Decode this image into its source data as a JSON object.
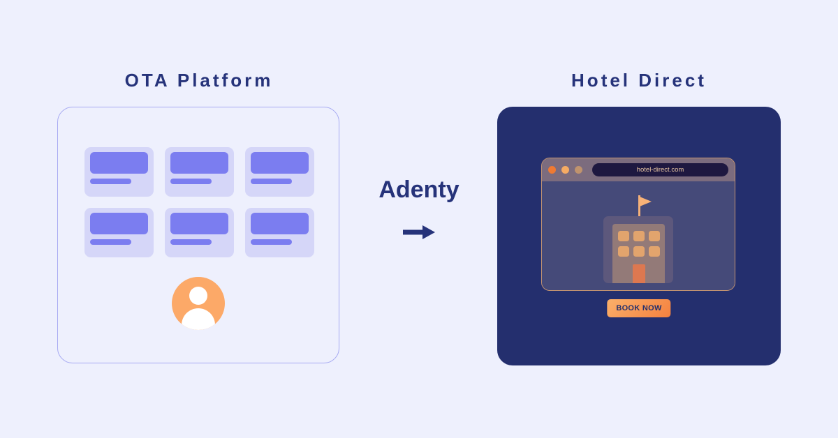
{
  "page": {
    "background_color": "#eef0fd",
    "heading_color": "#26337a"
  },
  "left_panel": {
    "title": "OTA Platform",
    "border_color": "#a6a9f2",
    "cards": [
      {
        "id": "listing-1"
      },
      {
        "id": "listing-2"
      },
      {
        "id": "listing-3"
      },
      {
        "id": "listing-4"
      },
      {
        "id": "listing-5"
      },
      {
        "id": "listing-6"
      }
    ],
    "card_colors": {
      "card_background": "#d5d6f8",
      "block": "#7b7df0"
    },
    "avatar": {
      "icon": "user-avatar-icon",
      "background_color": "#fca968",
      "glyph_color": "#ffffff"
    }
  },
  "middle": {
    "brand": "Adenty",
    "arrow_icon": "arrow-right-icon",
    "arrow_color": "#26337a"
  },
  "right_panel": {
    "title": "Hotel Direct",
    "background_color": "#242f6e",
    "browser": {
      "border_color": "#c49471",
      "titlebar_color": "#7c6c7e",
      "content_color": "#454a79",
      "url": "hotel-direct.com",
      "url_text_color": "#e9c7a4",
      "traffic_lights": [
        {
          "name": "close-dot",
          "color": "#ef7a33"
        },
        {
          "name": "minimize-dot",
          "color": "#f6ab63"
        },
        {
          "name": "maximize-dot",
          "color": "#c0936d"
        }
      ],
      "illustration": {
        "name": "hotel-building-illustration",
        "flag_color": "#f8b277",
        "building_outer_color": "#5d587c",
        "facade_color": "#937a78",
        "window_color": "#e2a46d",
        "window_count": 6,
        "door_color": "#dd7850"
      }
    },
    "cta": {
      "label": "BOOK NOW",
      "text_color": "#23306d",
      "gradient_from": "#fbb06a",
      "gradient_to": "#f4813f"
    }
  }
}
